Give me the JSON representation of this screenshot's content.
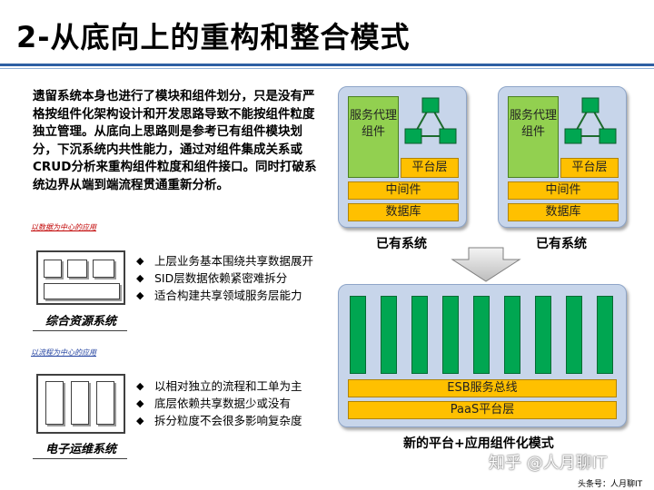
{
  "title": "2-从底向上的重构和整合模式",
  "intro": "遗留系统本身也进行了模块和组件划分，只是没有严格按组件化架构设计和开发思路导致不能按组件粒度独立管理。从底向上思路则是参考已有组件模块划分，下沉系统内共性能力，通过对组件集成关系或CRUD分析来重构组件粒度和组件接口。同时打破系统边界从端到端流程贯通重新分析。",
  "sections": [
    {
      "label": "以数据为中心的应用",
      "bullets": [
        "上层业务基本围绕共享数据展开",
        "SID层数据依赖紧密难拆分",
        "适合构建共享领域服务层能力"
      ],
      "caption": "综合资源系统"
    },
    {
      "label": "以流程为中心的应用",
      "bullets": [
        "以相对独立的流程和工单为主",
        "底层依赖共享数据少或没有",
        "拆分粒度不会很多影响复杂度"
      ],
      "caption": "电子运维系统"
    }
  ],
  "existing_system": {
    "service_label": "服务代理组件",
    "platform_label": "平台层",
    "middleware_label": "中间件",
    "database_label": "数据库",
    "caption": "已有系统"
  },
  "new_platform": {
    "esb_label": "ESB服务总线",
    "paas_label": "PaaS平台层",
    "caption": "新的平台+应用组件化模式",
    "component_count": 9
  },
  "watermark": "知乎 @人月聊IT",
  "footer_tag": "头条号：人月聊IT",
  "colors": {
    "title_rule": "#2e5fa3",
    "panel": "#c7d5ea",
    "service": "#92d050",
    "layer": "#ffc000",
    "component": "#00a651",
    "section_label_data": "#c00000",
    "section_label_flow": "#1f3f9f"
  }
}
